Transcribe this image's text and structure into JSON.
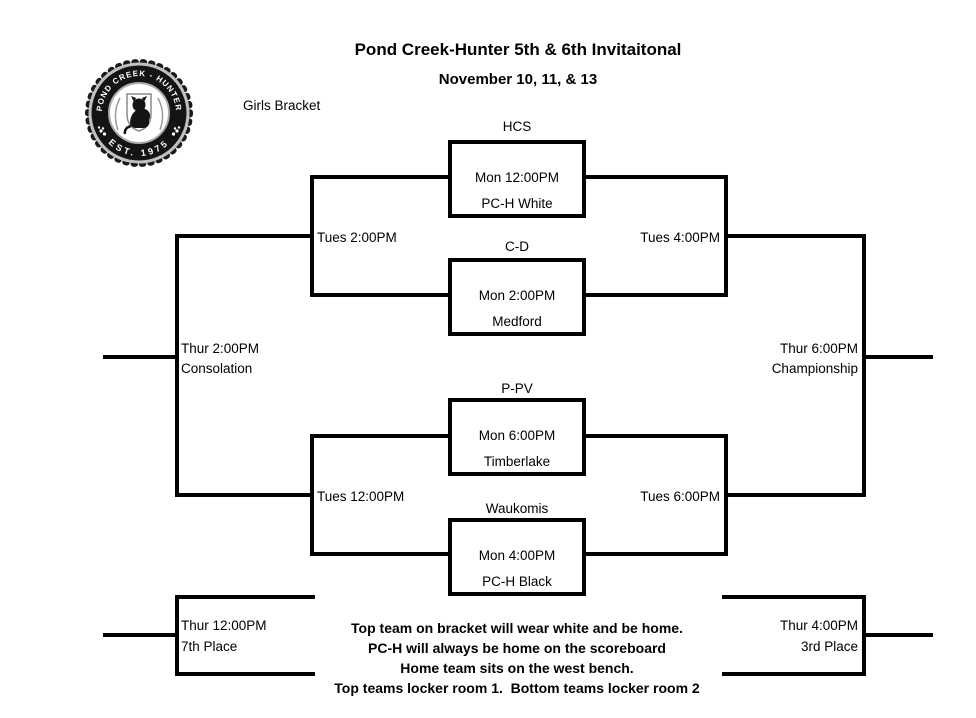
{
  "header": {
    "title": "Pond Creek-Hunter 5th & 6th Invitaitonal",
    "subtitle": "November 10, 11, & 13",
    "bracket_label": "Girls Bracket"
  },
  "logo": {
    "top_arc_text": "POND CREEK - HUNTER",
    "bottom_arc_text": "EST. 1975"
  },
  "games": {
    "game1": {
      "top_label": "HCS",
      "time": "Mon 12:00PM",
      "bottom_label": "PC-H White"
    },
    "game2": {
      "top_label": "C-D",
      "time": "Mon 2:00PM",
      "bottom_label": "Medford"
    },
    "game3": {
      "top_label": "P-PV",
      "time": "Mon 6:00PM",
      "bottom_label": "Timberlake"
    },
    "game4": {
      "top_label": "Waukomis",
      "time": "Mon 4:00PM",
      "bottom_label": "PC-H Black"
    }
  },
  "rounds": {
    "upper_left_semifinal": "Tues 2:00PM",
    "lower_left_semifinal": "Tues 12:00PM",
    "upper_right_semifinal": "Tues 4:00PM",
    "lower_right_semifinal": "Tues 6:00PM",
    "consolation_time": "Thur 2:00PM",
    "consolation_label": "Consolation",
    "championship_time": "Thur 6:00PM",
    "championship_label": "Championship",
    "seventh_place_time": "Thur 12:00PM",
    "seventh_place_label": "7th Place",
    "third_place_time": "Thur 4:00PM",
    "third_place_label": "3rd Place"
  },
  "notes": [
    "Top team on bracket will wear white and be home.",
    "PC-H will always be home on the scoreboard",
    "Home team sits on the west bench.",
    "Top teams locker room 1.  Bottom teams locker room 2"
  ],
  "colors": {
    "line": "#000000",
    "background": "#ffffff",
    "text": "#000000"
  }
}
